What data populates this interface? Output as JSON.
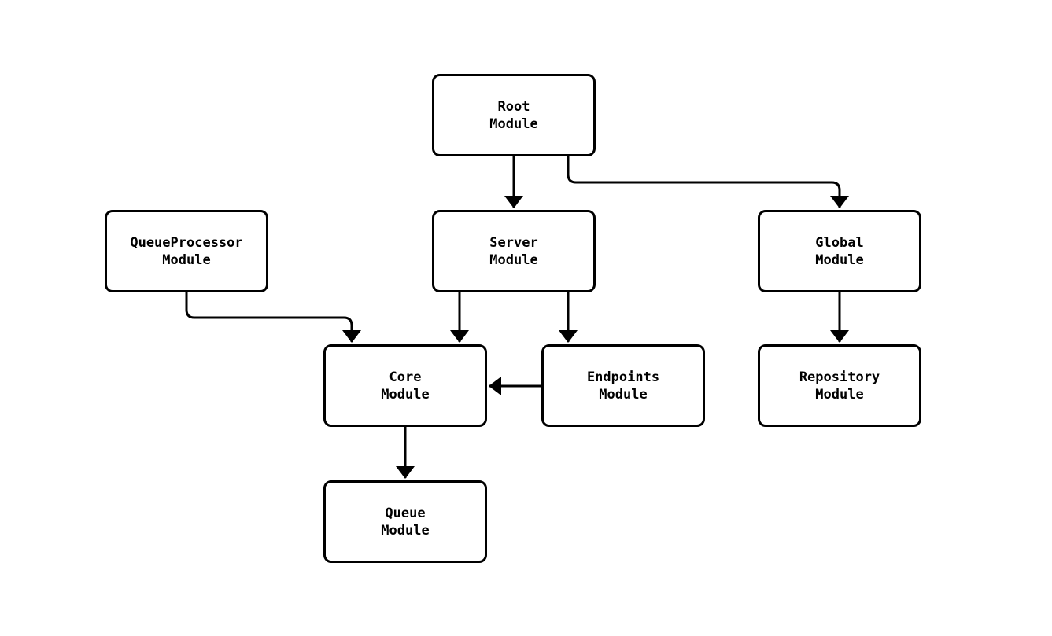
{
  "diagram": {
    "type": "module-dependency-graph",
    "colors": {
      "background": "#ffffff",
      "stroke": "#000000",
      "node_fill": "#ffffff"
    },
    "nodes": [
      {
        "id": "root",
        "label": "Root\nModule"
      },
      {
        "id": "queueprocessor",
        "label": "QueueProcessor\nModule"
      },
      {
        "id": "server",
        "label": "Server\nModule"
      },
      {
        "id": "global",
        "label": "Global\nModule"
      },
      {
        "id": "core",
        "label": "Core\nModule"
      },
      {
        "id": "endpoints",
        "label": "Endpoints\nModule"
      },
      {
        "id": "repository",
        "label": "Repository\nModule"
      },
      {
        "id": "queue",
        "label": "Queue\nModule"
      }
    ],
    "edges": [
      {
        "from": "Root Module",
        "to": "Server Module"
      },
      {
        "from": "Root Module",
        "to": "Global Module"
      },
      {
        "from": "QueueProcessor Module",
        "to": "Core Module"
      },
      {
        "from": "Server Module",
        "to": "Core Module"
      },
      {
        "from": "Server Module",
        "to": "Endpoints Module"
      },
      {
        "from": "Endpoints Module",
        "to": "Core Module"
      },
      {
        "from": "Global Module",
        "to": "Repository Module"
      },
      {
        "from": "Core Module",
        "to": "Queue Module"
      }
    ]
  }
}
